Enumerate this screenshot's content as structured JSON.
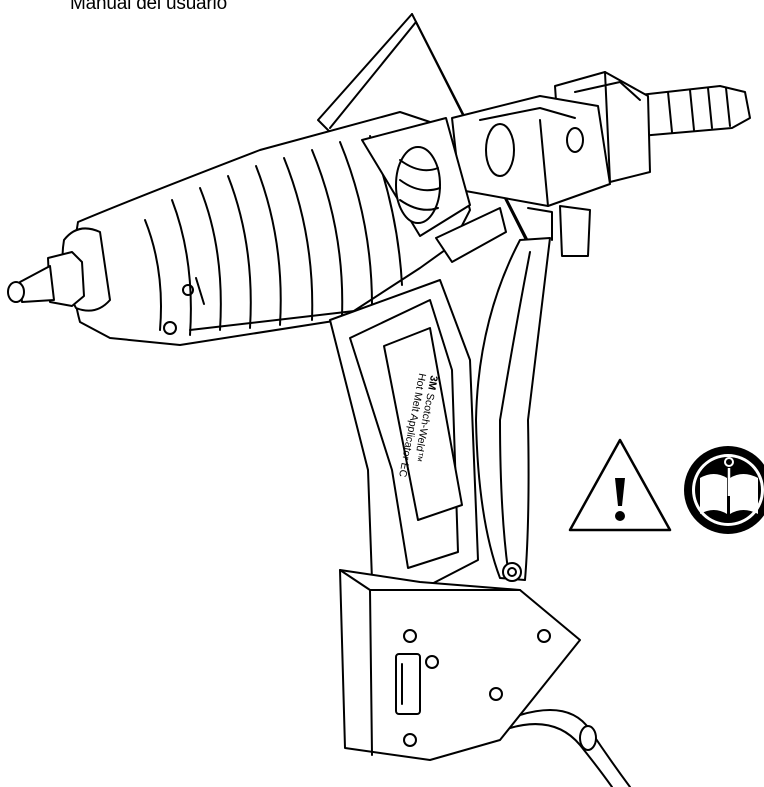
{
  "header": {
    "title": "Manual del usuario"
  },
  "product": {
    "brand": "3M",
    "name": "Scotch-Weld™",
    "model": "Hot Melt Applicator EC"
  },
  "icons": {
    "warning": "warning-triangle-icon",
    "manual": "read-manual-icon"
  },
  "colors": {
    "ink": "#000000",
    "paper": "#ffffff"
  }
}
